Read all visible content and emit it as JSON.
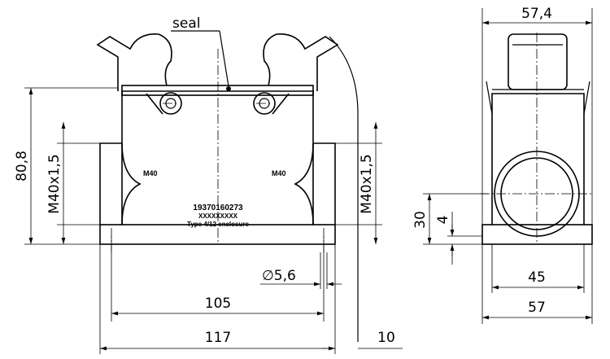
{
  "front_view": {
    "seal_label": "seal",
    "height_dim": "80,8",
    "thread_left": "M40x1,5",
    "thread_right": "M40x1,5",
    "port_left_label": "M40",
    "port_right_label": "M40",
    "part_number": "19370160273",
    "code": "XXXXXXXXX",
    "type_label": "Type 4/12 enclosure",
    "hole_dim": "∅5,6",
    "hole_spacing_dim": "105",
    "width_dim": "117",
    "offset_dim": "10"
  },
  "side_view": {
    "top_width_dim": "57,4",
    "height_dim": "30",
    "base_thickness_dim": "4",
    "hole_spacing_dim": "45",
    "width_dim": "57"
  }
}
